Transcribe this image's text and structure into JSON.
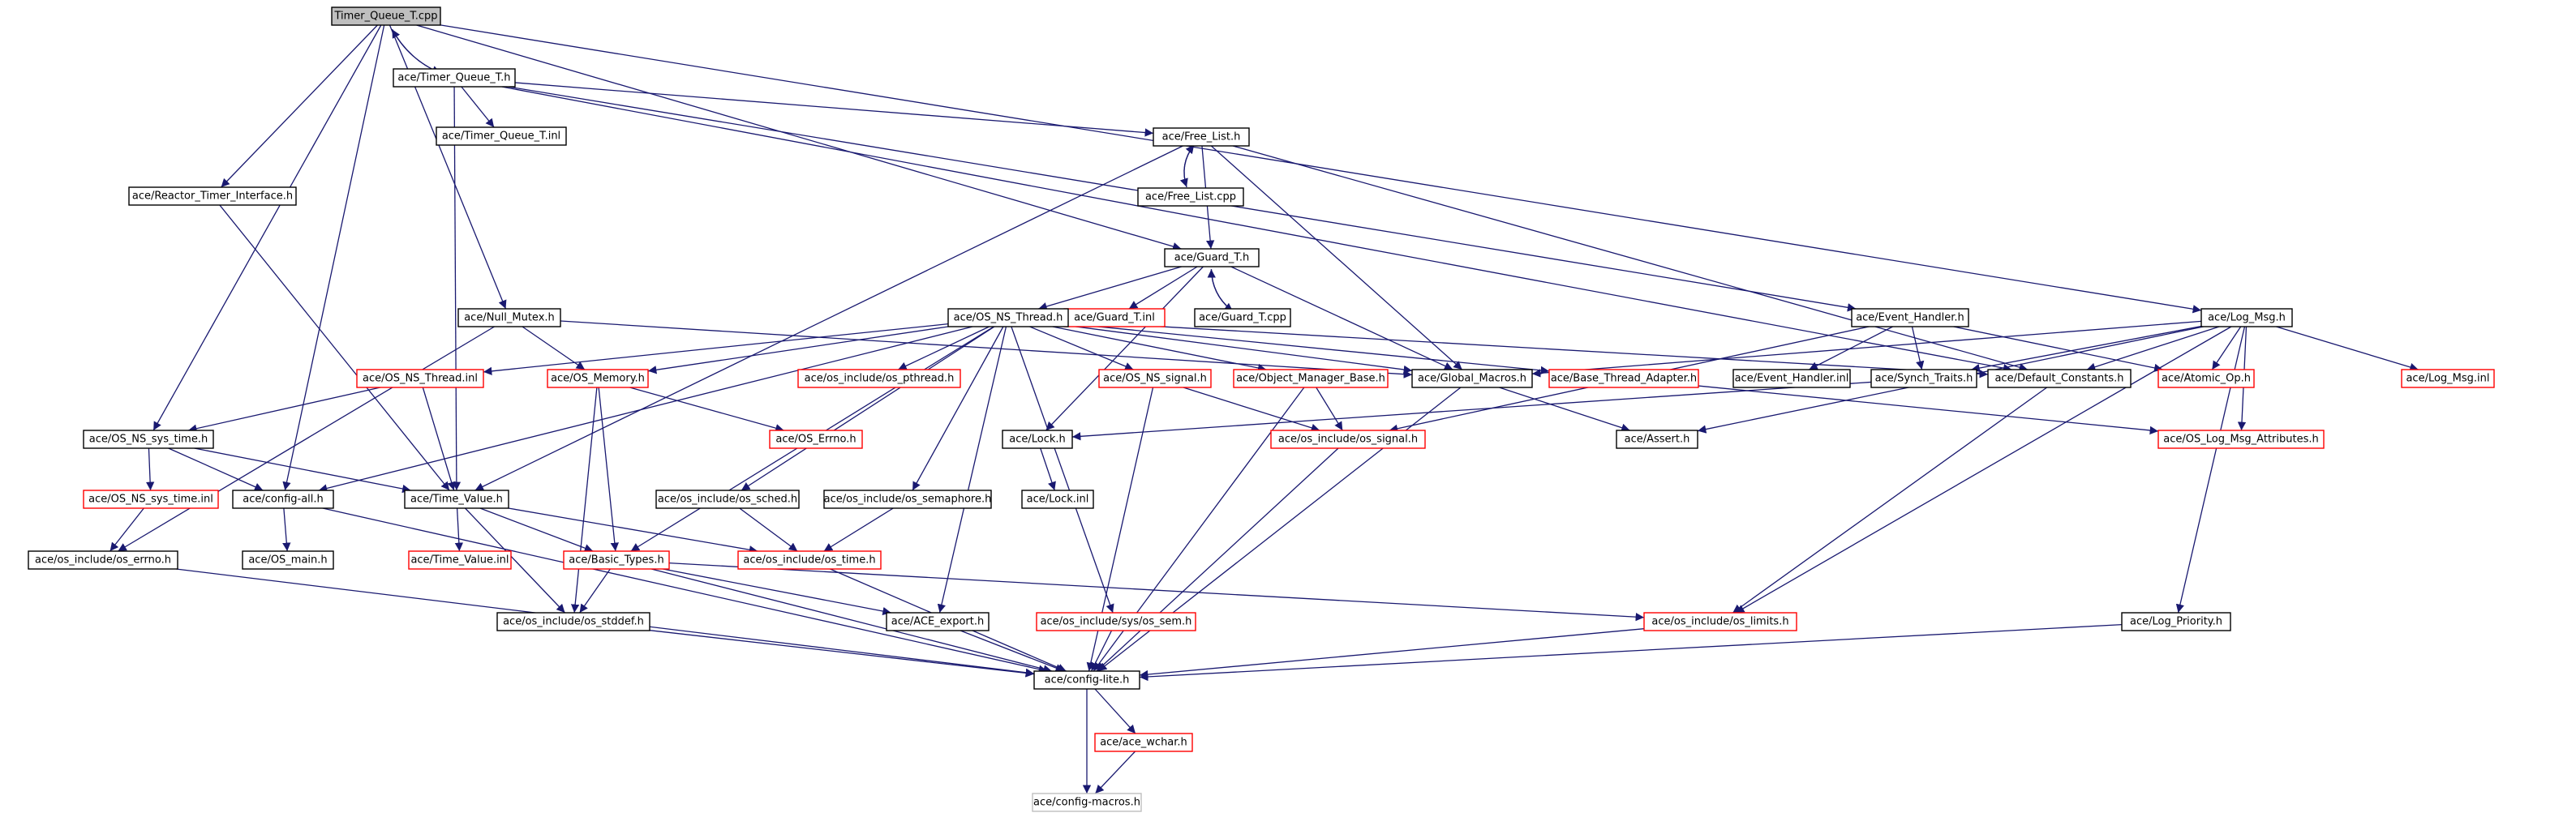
{
  "colors": {
    "edge": "#191970",
    "node_border": "#000000",
    "missing_border": "#ff0000",
    "external_border": "#bfbfbf",
    "root_fill": "#bfbfbf"
  },
  "nodes": [
    {
      "id": "root",
      "label": "Timer_Queue_T.cpp",
      "kind": "root"
    },
    {
      "id": "tqh",
      "label": "ace/Timer_Queue_T.h",
      "kind": "normal"
    },
    {
      "id": "tqinl",
      "label": "ace/Timer_Queue_T.inl",
      "kind": "normal"
    },
    {
      "id": "rti",
      "label": "ace/Reactor_Timer_Interface.h",
      "kind": "normal"
    },
    {
      "id": "flh",
      "label": "ace/Free_List.h",
      "kind": "normal"
    },
    {
      "id": "flcpp",
      "label": "ace/Free_List.cpp",
      "kind": "normal"
    },
    {
      "id": "guardh",
      "label": "ace/Guard_T.h",
      "kind": "normal"
    },
    {
      "id": "guardinl",
      "label": "ace/Guard_T.inl",
      "kind": "missing"
    },
    {
      "id": "guardcpp",
      "label": "ace/Guard_T.cpp",
      "kind": "normal"
    },
    {
      "id": "nullmutex",
      "label": "ace/Null_Mutex.h",
      "kind": "normal"
    },
    {
      "id": "osnsthread",
      "label": "ace/OS_NS_Thread.h",
      "kind": "normal"
    },
    {
      "id": "evh",
      "label": "ace/Event_Handler.h",
      "kind": "normal"
    },
    {
      "id": "logmsg",
      "label": "ace/Log_Msg.h",
      "kind": "normal"
    },
    {
      "id": "osnsthreadinl",
      "label": "ace/OS_NS_Thread.inl",
      "kind": "missing"
    },
    {
      "id": "osmemory",
      "label": "ace/OS_Memory.h",
      "kind": "missing"
    },
    {
      "id": "pthread",
      "label": "ace/os_include/os_pthread.h",
      "kind": "missing"
    },
    {
      "id": "osnssignal",
      "label": "ace/OS_NS_signal.h",
      "kind": "missing"
    },
    {
      "id": "omb",
      "label": "ace/Object_Manager_Base.h",
      "kind": "missing"
    },
    {
      "id": "globalmacros",
      "label": "ace/Global_Macros.h",
      "kind": "normal"
    },
    {
      "id": "bta",
      "label": "ace/Base_Thread_Adapter.h",
      "kind": "missing"
    },
    {
      "id": "evhinl",
      "label": "ace/Event_Handler.inl",
      "kind": "normal"
    },
    {
      "id": "synchtraits",
      "label": "ace/Synch_Traits.h",
      "kind": "normal"
    },
    {
      "id": "defconst",
      "label": "ace/Default_Constants.h",
      "kind": "normal"
    },
    {
      "id": "atomicop",
      "label": "ace/Atomic_Op.h",
      "kind": "missing"
    },
    {
      "id": "logmsginl",
      "label": "ace/Log_Msg.inl",
      "kind": "missing"
    },
    {
      "id": "osnssystime",
      "label": "ace/OS_NS_sys_time.h",
      "kind": "normal"
    },
    {
      "id": "oserrno",
      "label": "ace/OS_Errno.h",
      "kind": "missing"
    },
    {
      "id": "lockh",
      "label": "ace/Lock.h",
      "kind": "normal"
    },
    {
      "id": "ossignal",
      "label": "ace/os_include/os_signal.h",
      "kind": "missing"
    },
    {
      "id": "asserth",
      "label": "ace/Assert.h",
      "kind": "normal"
    },
    {
      "id": "oslogmsgattr",
      "label": "ace/OS_Log_Msg_Attributes.h",
      "kind": "missing"
    },
    {
      "id": "osnssystimeinl",
      "label": "ace/OS_NS_sys_time.inl",
      "kind": "missing"
    },
    {
      "id": "configall",
      "label": "ace/config-all.h",
      "kind": "normal"
    },
    {
      "id": "timevalue",
      "label": "ace/Time_Value.h",
      "kind": "normal"
    },
    {
      "id": "ossched",
      "label": "ace/os_include/os_sched.h",
      "kind": "normal"
    },
    {
      "id": "ossemaphore",
      "label": "ace/os_include/os_semaphore.h",
      "kind": "normal"
    },
    {
      "id": "lockinl",
      "label": "ace/Lock.inl",
      "kind": "normal"
    },
    {
      "id": "oserrnoh",
      "label": "ace/os_include/os_errno.h",
      "kind": "normal"
    },
    {
      "id": "osmain",
      "label": "ace/OS_main.h",
      "kind": "normal"
    },
    {
      "id": "timevalueinl",
      "label": "ace/Time_Value.inl",
      "kind": "missing"
    },
    {
      "id": "basictypes",
      "label": "ace/Basic_Types.h",
      "kind": "missing"
    },
    {
      "id": "ostime",
      "label": "ace/os_include/os_time.h",
      "kind": "missing"
    },
    {
      "id": "osstddef",
      "label": "ace/os_include/os_stddef.h",
      "kind": "normal"
    },
    {
      "id": "aceexport",
      "label": "ace/ACE_export.h",
      "kind": "normal"
    },
    {
      "id": "syssem",
      "label": "ace/os_include/sys/os_sem.h",
      "kind": "missing"
    },
    {
      "id": "oslimits",
      "label": "ace/os_include/os_limits.h",
      "kind": "missing"
    },
    {
      "id": "logpriority",
      "label": "ace/Log_Priority.h",
      "kind": "normal"
    },
    {
      "id": "configlite",
      "label": "ace/config-lite.h",
      "kind": "normal"
    },
    {
      "id": "acewchar",
      "label": "ace/ace_wchar.h",
      "kind": "missing"
    },
    {
      "id": "configmacros",
      "label": "ace/config-macros.h",
      "kind": "external"
    }
  ],
  "edges": [
    [
      "root",
      "tqh"
    ],
    [
      "root",
      "rti"
    ],
    [
      "root",
      "nullmutex"
    ],
    [
      "root",
      "osnssystime"
    ],
    [
      "root",
      "configall"
    ],
    [
      "root",
      "guardh"
    ],
    [
      "root",
      "logmsg"
    ],
    [
      "tqh",
      "root"
    ],
    [
      "tqh",
      "tqinl"
    ],
    [
      "tqh",
      "flh"
    ],
    [
      "tqh",
      "timevalue"
    ],
    [
      "tqh",
      "evh"
    ],
    [
      "tqh",
      "defconst"
    ],
    [
      "rti",
      "timevalue"
    ],
    [
      "flh",
      "flcpp"
    ],
    [
      "flh",
      "guardh"
    ],
    [
      "flh",
      "globalmacros"
    ],
    [
      "flh",
      "defconst"
    ],
    [
      "flh",
      "timevalue"
    ],
    [
      "flcpp",
      "flh"
    ],
    [
      "guardh",
      "guardinl"
    ],
    [
      "guardh",
      "guardcpp"
    ],
    [
      "guardh",
      "osnsthread"
    ],
    [
      "guardh",
      "globalmacros"
    ],
    [
      "guardh",
      "lockh"
    ],
    [
      "guardcpp",
      "guardh"
    ],
    [
      "nullmutex",
      "osmemory"
    ],
    [
      "nullmutex",
      "globalmacros"
    ],
    [
      "nullmutex",
      "oserrnoh"
    ],
    [
      "osnsthread",
      "osnsthreadinl"
    ],
    [
      "osnsthread",
      "osmemory"
    ],
    [
      "osnsthread",
      "pthread"
    ],
    [
      "osnsthread",
      "osnssignal"
    ],
    [
      "osnsthread",
      "omb"
    ],
    [
      "osnsthread",
      "globalmacros"
    ],
    [
      "osnsthread",
      "bta"
    ],
    [
      "osnsthread",
      "defconst"
    ],
    [
      "osnsthread",
      "configall"
    ],
    [
      "osnsthread",
      "ossched"
    ],
    [
      "osnsthread",
      "ossemaphore"
    ],
    [
      "osnsthread",
      "basictypes"
    ],
    [
      "osnsthread",
      "aceexport"
    ],
    [
      "osnsthread",
      "syssem"
    ],
    [
      "evh",
      "evhinl"
    ],
    [
      "evh",
      "synchtraits"
    ],
    [
      "evh",
      "atomicop"
    ],
    [
      "evh",
      "ossignal"
    ],
    [
      "logmsg",
      "globalmacros"
    ],
    [
      "logmsg",
      "defconst"
    ],
    [
      "logmsg",
      "atomicop"
    ],
    [
      "logmsg",
      "logmsginl"
    ],
    [
      "logmsg",
      "synchtraits"
    ],
    [
      "logmsg",
      "asserth"
    ],
    [
      "logmsg",
      "oslogmsgattr"
    ],
    [
      "logmsg",
      "oslimits"
    ],
    [
      "logmsg",
      "logpriority"
    ],
    [
      "osnsthreadinl",
      "osnssystime"
    ],
    [
      "osnsthreadinl",
      "timevalue"
    ],
    [
      "osmemory",
      "oserrno"
    ],
    [
      "osmemory",
      "basictypes"
    ],
    [
      "osmemory",
      "osstddef"
    ],
    [
      "osnssignal",
      "ossignal"
    ],
    [
      "osnssignal",
      "configlite"
    ],
    [
      "omb",
      "ossignal"
    ],
    [
      "omb",
      "configlite"
    ],
    [
      "globalmacros",
      "asserth"
    ],
    [
      "globalmacros",
      "configlite"
    ],
    [
      "bta",
      "oslogmsgattr"
    ],
    [
      "synchtraits",
      "lockh"
    ],
    [
      "defconst",
      "oslimits"
    ],
    [
      "osnssystime",
      "osnssystimeinl"
    ],
    [
      "osnssystime",
      "configall"
    ],
    [
      "osnssystime",
      "timevalue"
    ],
    [
      "lockh",
      "lockinl"
    ],
    [
      "ossignal",
      "configlite"
    ],
    [
      "osnssystimeinl",
      "oserrnoh"
    ],
    [
      "configall",
      "osmain"
    ],
    [
      "configall",
      "configlite"
    ],
    [
      "timevalue",
      "timevalueinl"
    ],
    [
      "timevalue",
      "basictypes"
    ],
    [
      "timevalue",
      "ostime"
    ],
    [
      "timevalue",
      "osstddef"
    ],
    [
      "ossched",
      "ostime"
    ],
    [
      "ossemaphore",
      "ostime"
    ],
    [
      "oserrnoh",
      "configlite"
    ],
    [
      "basictypes",
      "osstddef"
    ],
    [
      "basictypes",
      "aceexport"
    ],
    [
      "basictypes",
      "oslimits"
    ],
    [
      "basictypes",
      "configlite"
    ],
    [
      "ostime",
      "configlite"
    ],
    [
      "osstddef",
      "configlite"
    ],
    [
      "aceexport",
      "configlite"
    ],
    [
      "syssem",
      "configlite"
    ],
    [
      "oslimits",
      "configlite"
    ],
    [
      "logpriority",
      "configlite"
    ],
    [
      "configlite",
      "acewchar"
    ],
    [
      "configlite",
      "configmacros"
    ],
    [
      "acewchar",
      "configmacros"
    ]
  ]
}
